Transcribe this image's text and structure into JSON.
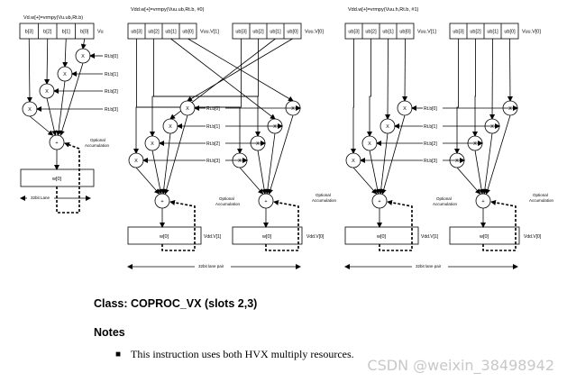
{
  "diagram1": {
    "title": "Vd.w[+]=vrmpy(Vu.ub,Rt.b)",
    "bytes": [
      "b[3]",
      "b[2]",
      "b[1]",
      "b[0]"
    ],
    "reg": "Vu",
    "rt": [
      "Rt.b[0]",
      "Rt.b[1]",
      "Rt.b[2]",
      "Rt.b[3]"
    ],
    "mul": "X",
    "add": "+",
    "opt": [
      "Optional",
      "Accumulation"
    ],
    "out": "w[0]",
    "lane": "32bit Lane"
  },
  "diagram2": {
    "title": "Vdd.w[+]=vrmpy(Vuu.ub,Rt.b, #0)",
    "bytes_left": [
      "ub[3]",
      "ub[2]",
      "ub[1]",
      "ub[0]"
    ],
    "reg_left": "Vuu.V[1]",
    "bytes_right": [
      "ub[3]",
      "ub[2]",
      "ub[1]",
      "ub[0]"
    ],
    "reg_right": "Vuu.V[0]",
    "rt": [
      "Rt.b[0]",
      "Rt.b[1]",
      "Rt.b[2]",
      "Rt.b[3]"
    ],
    "mul": "X",
    "add": "+",
    "opt": [
      "Optional",
      "Accumulation"
    ],
    "out_left": "w[0]",
    "out_left_reg": "Vdd.V[1]",
    "out_right": "w[0]",
    "out_right_reg": "Vdd.V[0]",
    "lane": "32bit lane pair"
  },
  "diagram3": {
    "title": "Vdd.w[+]=vrmpy(Vuu.h,Rt.b, #1)",
    "bytes_left": [
      "ub[3]",
      "ub[2]",
      "ub[1]",
      "ub[0]"
    ],
    "reg_left": "Vuu.V[1]",
    "bytes_right": [
      "ub[3]",
      "ub[2]",
      "ub[1]",
      "ub[0]"
    ],
    "reg_right": "Vuu.V[0]",
    "rt": [
      "Rt.b[0]",
      "Rt.b[1]",
      "Rt.b[2]",
      "Rt.b[3]"
    ],
    "mul": "X",
    "add": "+",
    "opt": [
      "Optional",
      "Accumulation"
    ],
    "out_left": "w[0]",
    "out_left_reg": "Vdd.V[1]",
    "out_right": "w[0]",
    "out_right_reg": "Vdd.V[0]",
    "lane": "32bit lane pair"
  },
  "class_text": "Class: COPROC_VX (slots 2,3)",
  "notes_heading": "Notes",
  "notes": [
    "This instruction uses both HVX multiply resources."
  ],
  "bullet": "■",
  "watermark": "CSDN @weixin_38498942"
}
